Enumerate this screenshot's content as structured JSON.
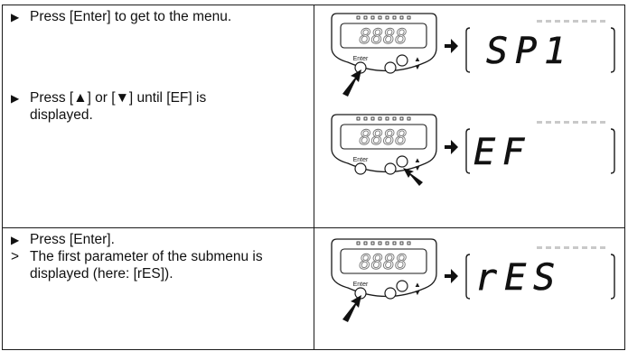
{
  "steps": [
    {
      "bullet": "▶",
      "text": "Press [Enter] to get to the menu."
    },
    {
      "bullet": "▶",
      "text_line1": "Press [▲] or [▼] until [EF] is",
      "text_line2": "displayed."
    },
    {
      "bullet": "▶",
      "text": "Press [Enter]."
    },
    {
      "bullet": ">",
      "text_line1": "The first parameter of the submenu is",
      "text_line2": "displayed (here: [rES])."
    }
  ],
  "device": {
    "button_label": "Enter",
    "up_arrow": "▲",
    "down_arrow": "▼"
  },
  "displays": [
    "SP1",
    "EF",
    "rES"
  ],
  "colors": {
    "ink": "#1a1a1a",
    "unlit_segment": "#c9c9c9"
  },
  "icons": [
    "pointer-arrow-icon",
    "hand-pointer-icon"
  ]
}
